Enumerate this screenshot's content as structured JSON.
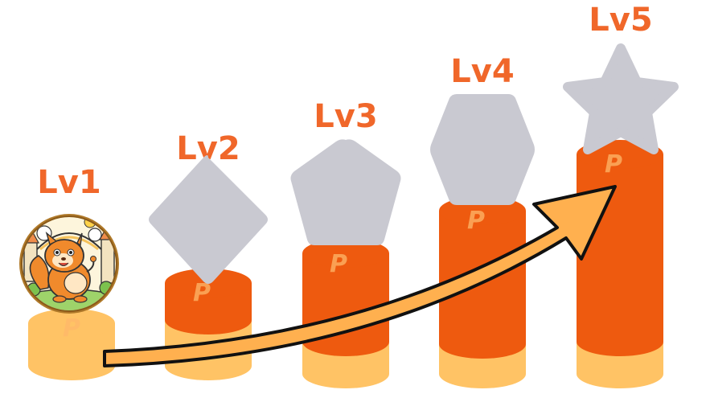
{
  "levels": [
    {
      "label": "Lv1",
      "badge": "mascot-coin"
    },
    {
      "label": "Lv2",
      "badge": "diamond"
    },
    {
      "label": "Lv3",
      "badge": "pentagon"
    },
    {
      "label": "Lv4",
      "badge": "hexagon"
    },
    {
      "label": "Lv5",
      "badge": "star"
    }
  ],
  "colors": {
    "label": "#F0672A",
    "coin_orange": "#EE5A0F",
    "coin_light": "#FFC365",
    "badge_gray": "#C9C9D1",
    "arrow_fill": "#FFB04F",
    "arrow_stroke": "#111111"
  },
  "icons": {
    "coin_mark": "p-coin-icon",
    "mascot": "squirrel-mascot-icon",
    "arrow": "growth-arrow-icon"
  }
}
